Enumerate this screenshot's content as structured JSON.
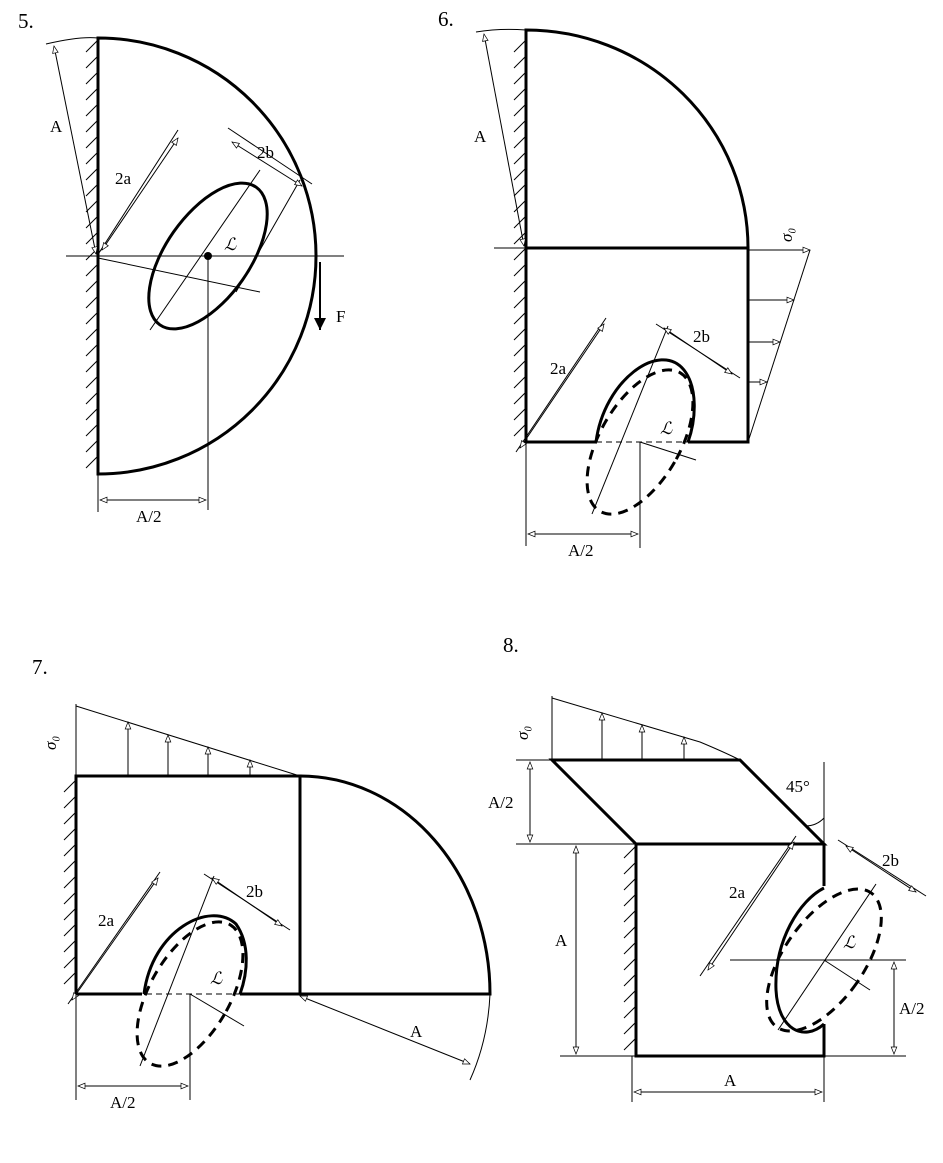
{
  "figures": [
    {
      "number": "5.",
      "labels": {
        "A": "A",
        "a2": "2a",
        "b2": "2b",
        "alpha": "ℒ",
        "force": "F",
        "half_A": "A/2"
      }
    },
    {
      "number": "6.",
      "labels": {
        "A": "A",
        "a2": "2a",
        "b2": "2b",
        "alpha": "ℒ",
        "sigma": "σ₀",
        "half_A": "A/2"
      }
    },
    {
      "number": "7.",
      "labels": {
        "A": "A",
        "a2": "2a",
        "b2": "2b",
        "alpha": "ℒ",
        "sigma": "σ₀",
        "half_A": "A/2"
      }
    },
    {
      "number": "8.",
      "labels": {
        "A_side": "A",
        "A_bottom": "A",
        "half_A_top": "A/2",
        "half_A_right": "A/2",
        "a2": "2a",
        "b2": "2b",
        "alpha": "ℒ",
        "sigma": "σ₀",
        "angle": "45°"
      }
    }
  ]
}
